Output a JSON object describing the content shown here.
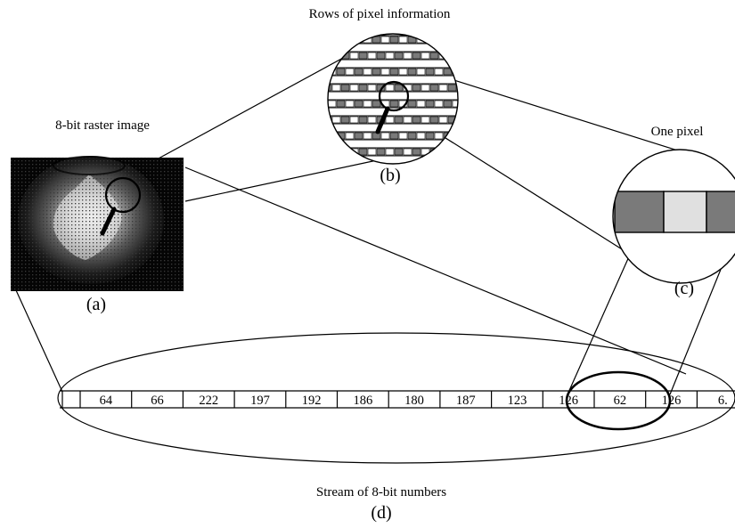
{
  "labels": {
    "raster_title": "8-bit raster image",
    "rows_title": "Rows of pixel information",
    "pixel_title": "One pixel",
    "stream_title": "Stream of 8-bit numbers",
    "a": "(a)",
    "b": "(b)",
    "c": "(c)",
    "d": "(d)"
  },
  "stream_values": [
    "64",
    "66",
    "222",
    "197",
    "192",
    "186",
    "180",
    "187",
    "123",
    "126",
    "62",
    "126",
    "6."
  ],
  "colors": {
    "pixel_dark": "#7a7a7a",
    "pixel_light": "#e0e0e0",
    "image_background": "#050505",
    "image_glow": "#d8d8d8"
  }
}
